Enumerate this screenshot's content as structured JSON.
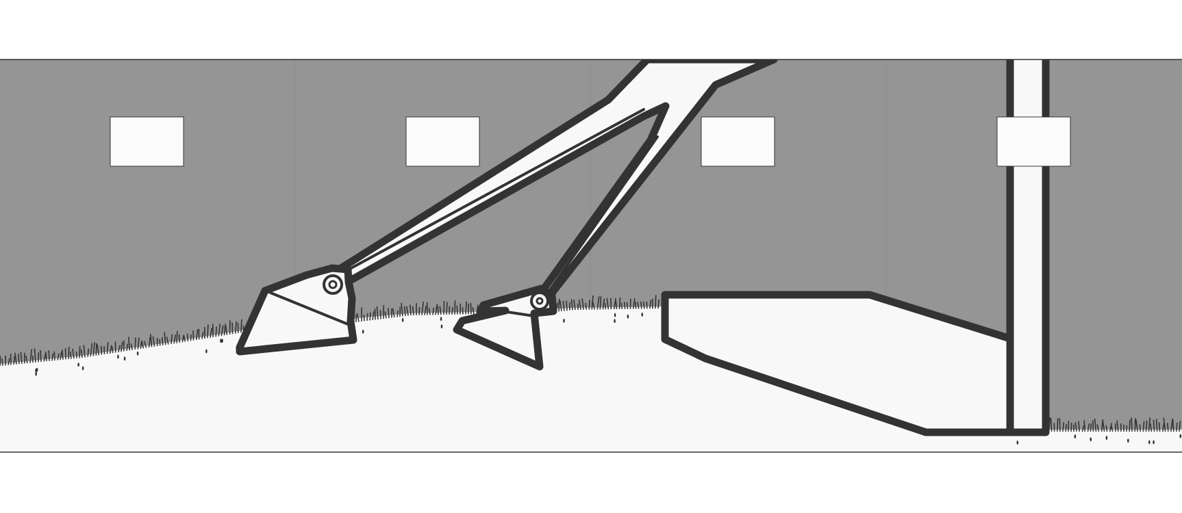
{
  "scene": {
    "colors": {
      "page_background": "#ffffff",
      "wall": "#959595",
      "wall_panel_seam": "#8f8f8f",
      "ground": "#f8f8f8",
      "outline": "#333333",
      "window_fill": "#fbfbfb",
      "frame_border": "#333333"
    },
    "windows": [
      {
        "name": "window-1"
      },
      {
        "name": "window-2"
      },
      {
        "name": "window-3"
      },
      {
        "name": "window-4"
      }
    ],
    "parts": [
      {
        "name": "left-foot",
        "icon": "foot-plate"
      },
      {
        "name": "left-hip-joint",
        "icon": "pivot-joint"
      },
      {
        "name": "middle-foot",
        "icon": "foot-plate"
      },
      {
        "name": "middle-knee-joint",
        "icon": "pivot-joint"
      },
      {
        "name": "walker-leg-linkage",
        "icon": "leg-frame"
      },
      {
        "name": "ramp-block",
        "icon": "ramp"
      },
      {
        "name": "vertical-pole",
        "icon": "pole"
      }
    ]
  }
}
